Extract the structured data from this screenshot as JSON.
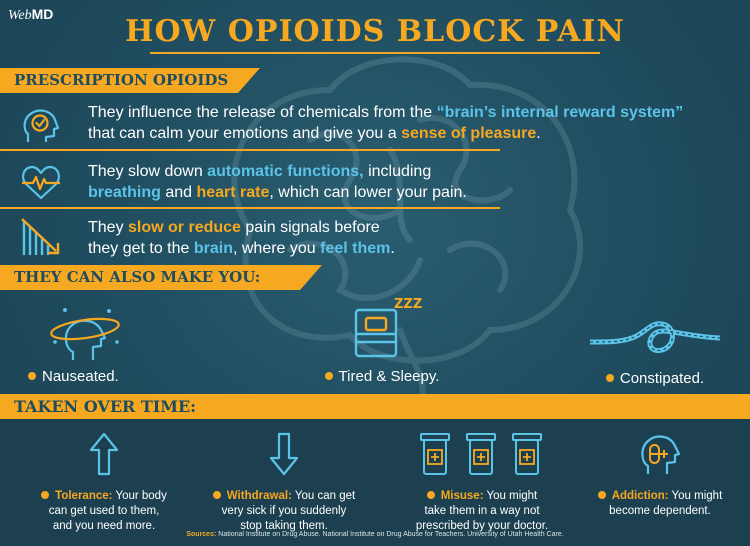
{
  "brand": {
    "logo_text": "Web",
    "logo_bold": "MD"
  },
  "title": "HOW OPIOIDS BLOCK PAIN",
  "section1": {
    "heading": "PRESCRIPTION OPIOIDS",
    "items": [
      {
        "icon": "head-check-icon",
        "l1a": "They influence the release of chemicals from the ",
        "l1b": "“brain’s internal reward system”",
        "l2a": "that can calm your emotions and give you a ",
        "l2b": "sense of pleasure",
        "l2c": "."
      },
      {
        "icon": "heartbeat-icon",
        "l1a": "They slow down ",
        "l1b": "automatic functions,",
        "l1c": " including",
        "l2a": "breathing",
        "l2b": " and ",
        "l2c": "heart rate",
        "l2d": ", which can lower your pain."
      },
      {
        "icon": "declining-bars-icon",
        "l1a": "They ",
        "l1b": "slow or reduce",
        "l1c": " pain signals before",
        "l2a": "they get to the ",
        "l2b": "brain",
        "l2c": ", where you ",
        "l2d": "feel them",
        "l2e": "."
      }
    ]
  },
  "section2": {
    "heading": "THEY CAN ALSO MAKE YOU:",
    "effects": [
      {
        "icon": "dizzy-head-icon",
        "label": "Nauseated."
      },
      {
        "icon": "bed-sleep-icon",
        "label": "Tired & Sleepy.",
        "zzz": "ZZZ"
      },
      {
        "icon": "rope-knot-icon",
        "label": "Constipated."
      }
    ]
  },
  "section3": {
    "heading": "TAKEN OVER TIME:",
    "columns": [
      {
        "icon": "arrow-up-icon",
        "key": "Tolerance:",
        "rest1": " Your body",
        "line2": "can get used to them,",
        "line3": "and you need more."
      },
      {
        "icon": "arrow-down-icon",
        "key": "Withdrawal:",
        "rest1": " You can get",
        "line2": "very sick if you suddenly",
        "line3": "stop taking them."
      },
      {
        "icon": "pill-bottles-icon",
        "key": "Misuse:",
        "rest1": " You might",
        "line2": "take them in a way not",
        "line3": "prescribed by your doctor."
      },
      {
        "icon": "head-pill-icon",
        "key": "Addiction:",
        "rest1": " You might",
        "line2": "become dependent.",
        "line3": ""
      }
    ]
  },
  "sources": {
    "label": "Sources:",
    "text": " National Institute on Drug Abuse. National Institute on Drug Abuse for Teachers. University of Utah Health Care."
  },
  "colors": {
    "accent": "#f6a821",
    "highlight": "#5cc3e8",
    "background": "#1f4c5e"
  }
}
